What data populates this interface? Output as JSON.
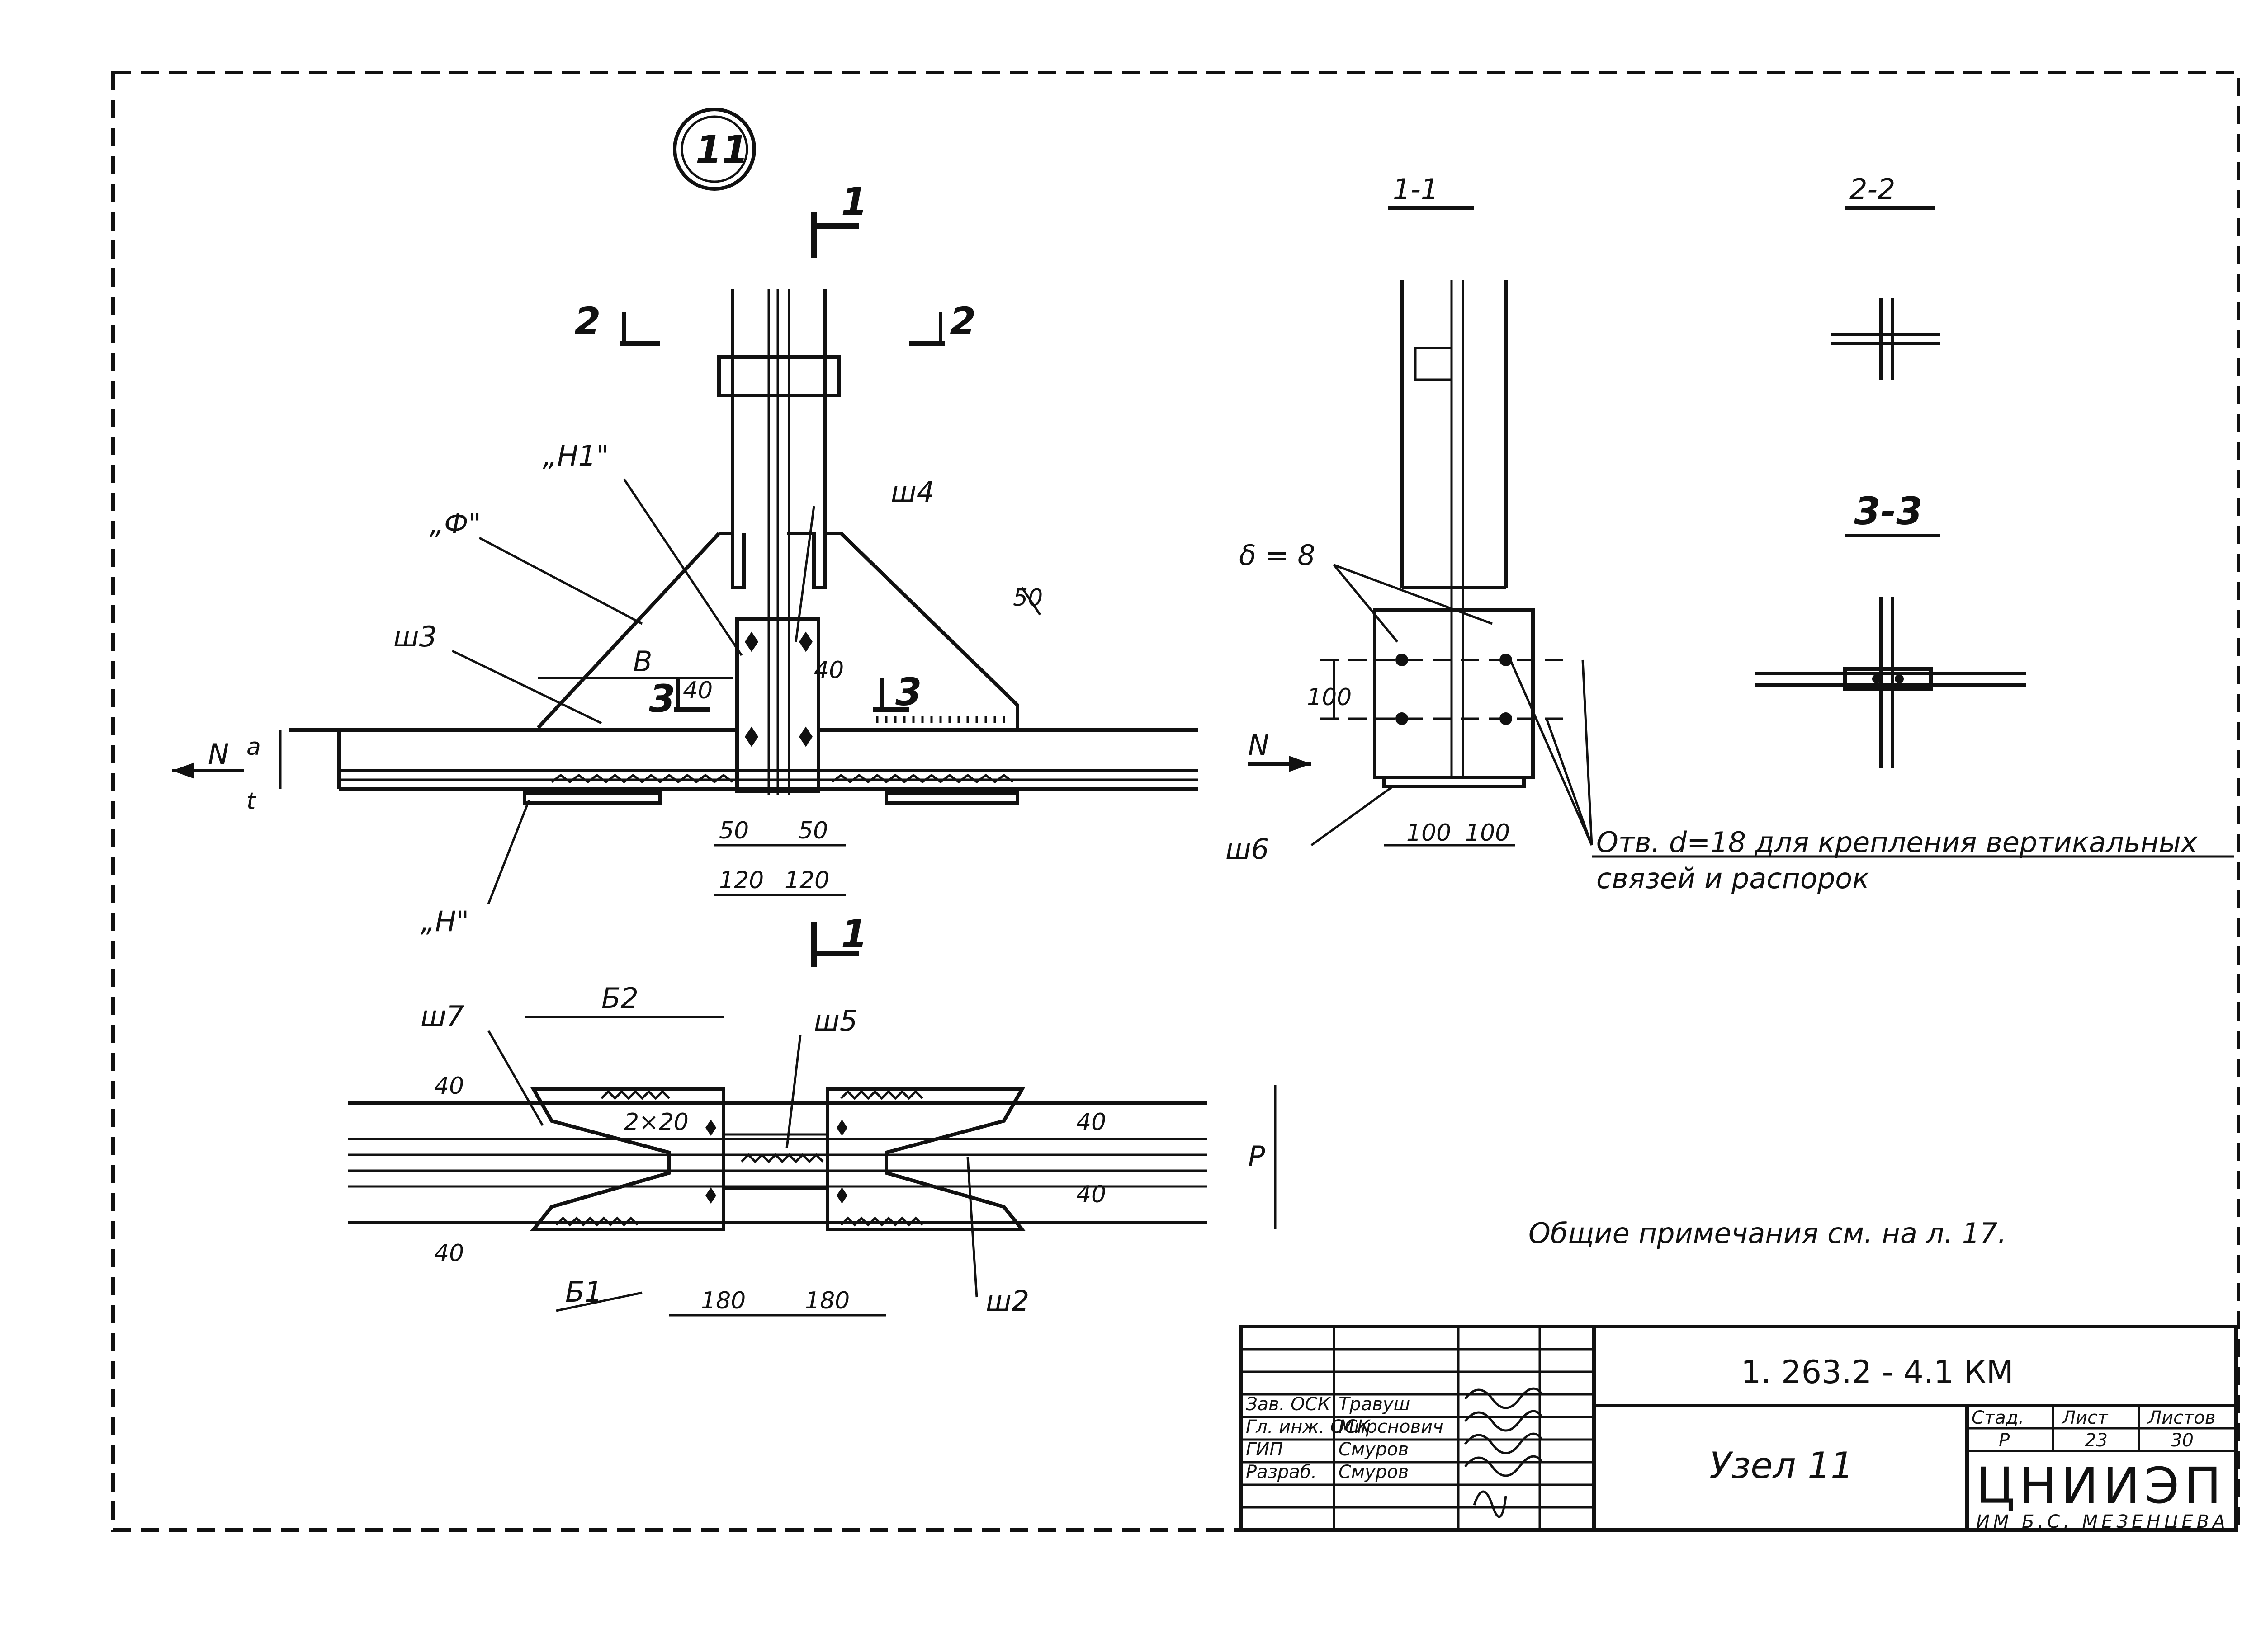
{
  "node_marker": "11",
  "section_marks": {
    "one": "1",
    "two": "2",
    "three": "3"
  },
  "section_titles": {
    "s1": "1-1",
    "s2": "2-2",
    "s3": "3-3"
  },
  "labels": {
    "H1": "„H1\"",
    "F": "„Ф\"",
    "H": "„H\"",
    "sh2": "ш2",
    "sh3": "ш3",
    "sh4": "ш4",
    "sh5": "ш5",
    "sh6": "ш6",
    "sh7": "ш7",
    "B": "В",
    "B1": "Б1",
    "B2": "Б2",
    "P": "Р",
    "N": "N",
    "a": "а",
    "t": "t",
    "delta": "δ = 8",
    "weld": "2×20"
  },
  "dims": {
    "d50": "50",
    "d40": "40",
    "d120": "120",
    "d100": "100",
    "d180": "180"
  },
  "hole_note": [
    "Отв. d=18 для крепления вертикальных",
    "связей и распорок"
  ],
  "general_note": "Общие примечания см. на л. 17.",
  "title_block": {
    "doc_code": "1. 263.2 - 4.1 КМ",
    "node_title": "Узел 11",
    "stage_header": "Стад.",
    "sheet_header": "Лист",
    "sheets_header": "Листов",
    "stage": "Р",
    "sheet": "23",
    "sheets": "30",
    "org": "ЦНИИЭП",
    "org_sub": "ИМ Б.С. МЕЗЕНЦЕВА",
    "rows": [
      {
        "role": "Зав. ОСК",
        "name": "Травуш"
      },
      {
        "role": "Гл. инж. ОСК",
        "name": "Мирснович"
      },
      {
        "role": "ГИП",
        "name": "Смуров"
      },
      {
        "role": "Разраб.",
        "name": "Смуров"
      }
    ]
  }
}
